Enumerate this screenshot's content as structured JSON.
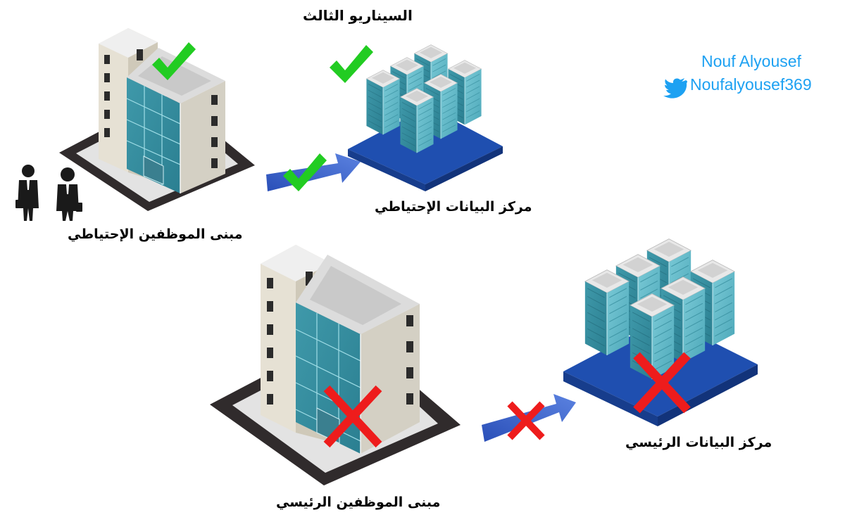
{
  "title": "السيناريو الثالث",
  "labels": {
    "backup_building": "مبنى الموظفين الإحتياطي",
    "backup_datacenter": "مركز البيانات الإحتياطي",
    "main_building": "مبنى الموظفين الرئيسي",
    "main_datacenter": "مركز البيانات الرئيسي"
  },
  "credit": {
    "name": "Nouf Alyousef",
    "handle": "Noufalyousef369",
    "icon": "twitter-bird-icon"
  },
  "status": {
    "backup_building": "check",
    "backup_datacenter": "check",
    "backup_link": "check",
    "main_building": "cross",
    "main_datacenter": "cross",
    "main_link": "cross"
  },
  "colors": {
    "check": "#22cc22",
    "cross": "#ee1c1c",
    "arrow": "#3b5fc9",
    "platform": "#1f4fb0",
    "glass": "#5db5c4",
    "twitter": "#1da1f2"
  }
}
